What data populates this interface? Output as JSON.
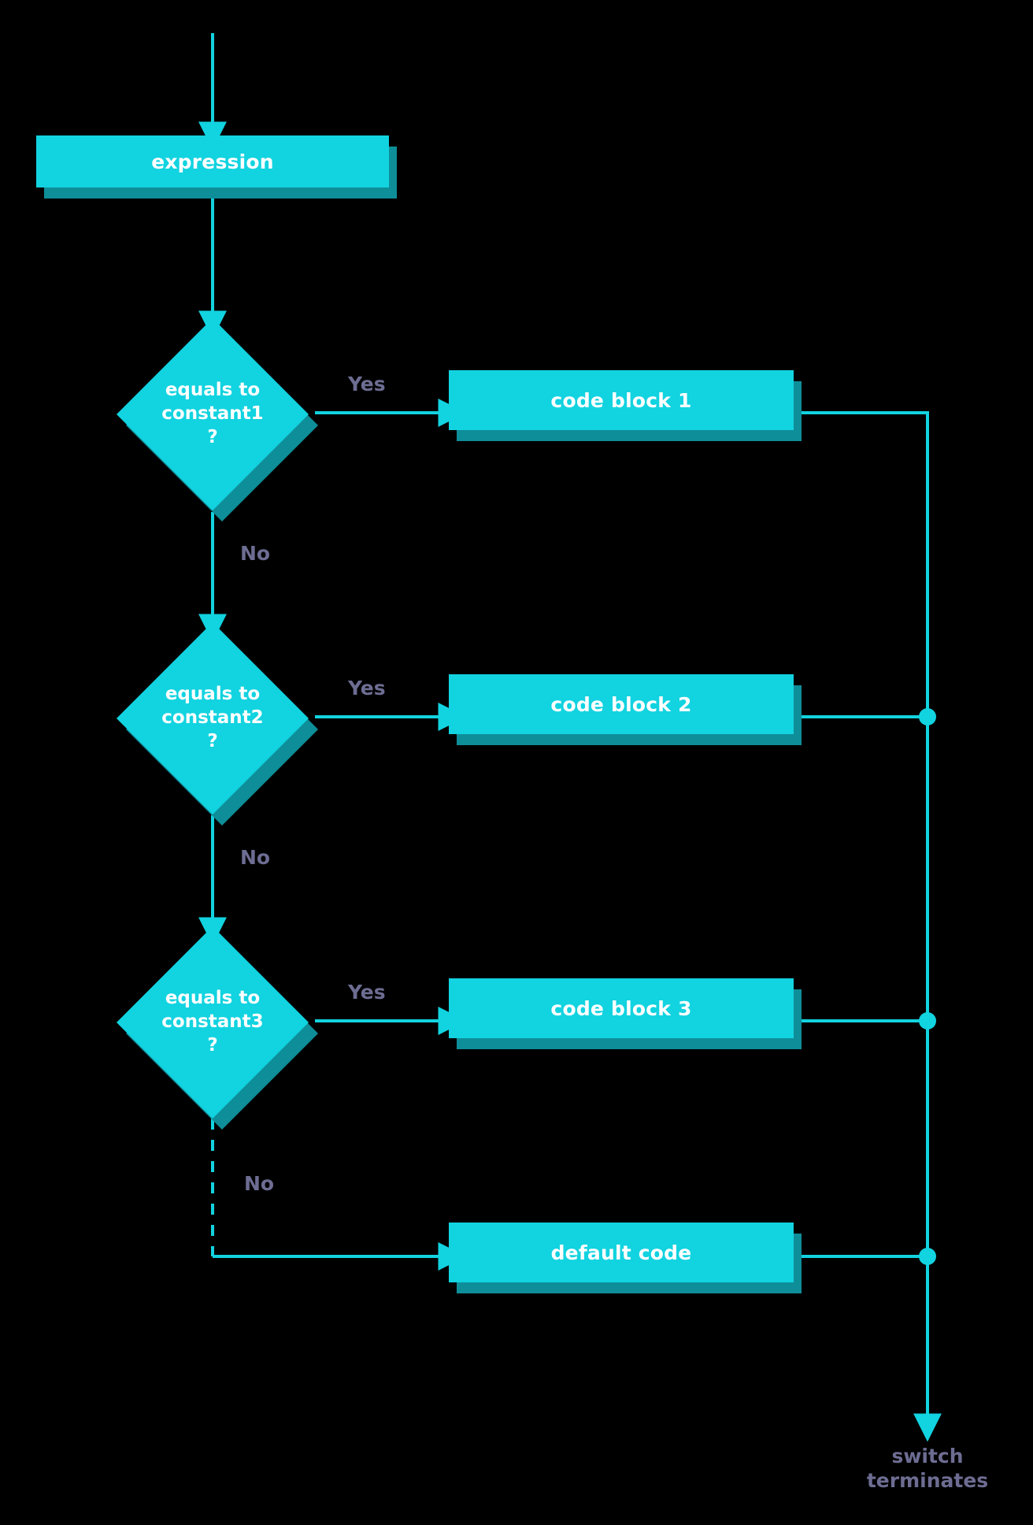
{
  "diagram": {
    "title": "switch statement flowchart",
    "background": "#000000",
    "colors": {
      "node_fill": "#12d3e0",
      "node_shadow": "#0e8e99",
      "node_text": "#ffffff",
      "edge_label_text": "#6d6d93",
      "connector": "#12d3e0"
    }
  },
  "nodes": {
    "expression": {
      "label": "expression",
      "shape": "process"
    },
    "decision1": {
      "label": "equals to\nconstant1\n?",
      "shape": "decision"
    },
    "decision2": {
      "label": "equals to\nconstant2\n?",
      "shape": "decision"
    },
    "decision3": {
      "label": "equals to\nconstant3\n?",
      "shape": "decision"
    },
    "block1": {
      "label": "code block 1",
      "shape": "process"
    },
    "block2": {
      "label": "code block 2",
      "shape": "process"
    },
    "block3": {
      "label": "code block 3",
      "shape": "process"
    },
    "defaultcode": {
      "label": "default code",
      "shape": "process"
    },
    "terminator": {
      "label": "switch\nterminates",
      "shape": "text"
    }
  },
  "edge_labels": {
    "yes1": "Yes",
    "no1": "No",
    "yes2": "Yes",
    "no2": "No",
    "yes3": "Yes",
    "no3": "No"
  }
}
